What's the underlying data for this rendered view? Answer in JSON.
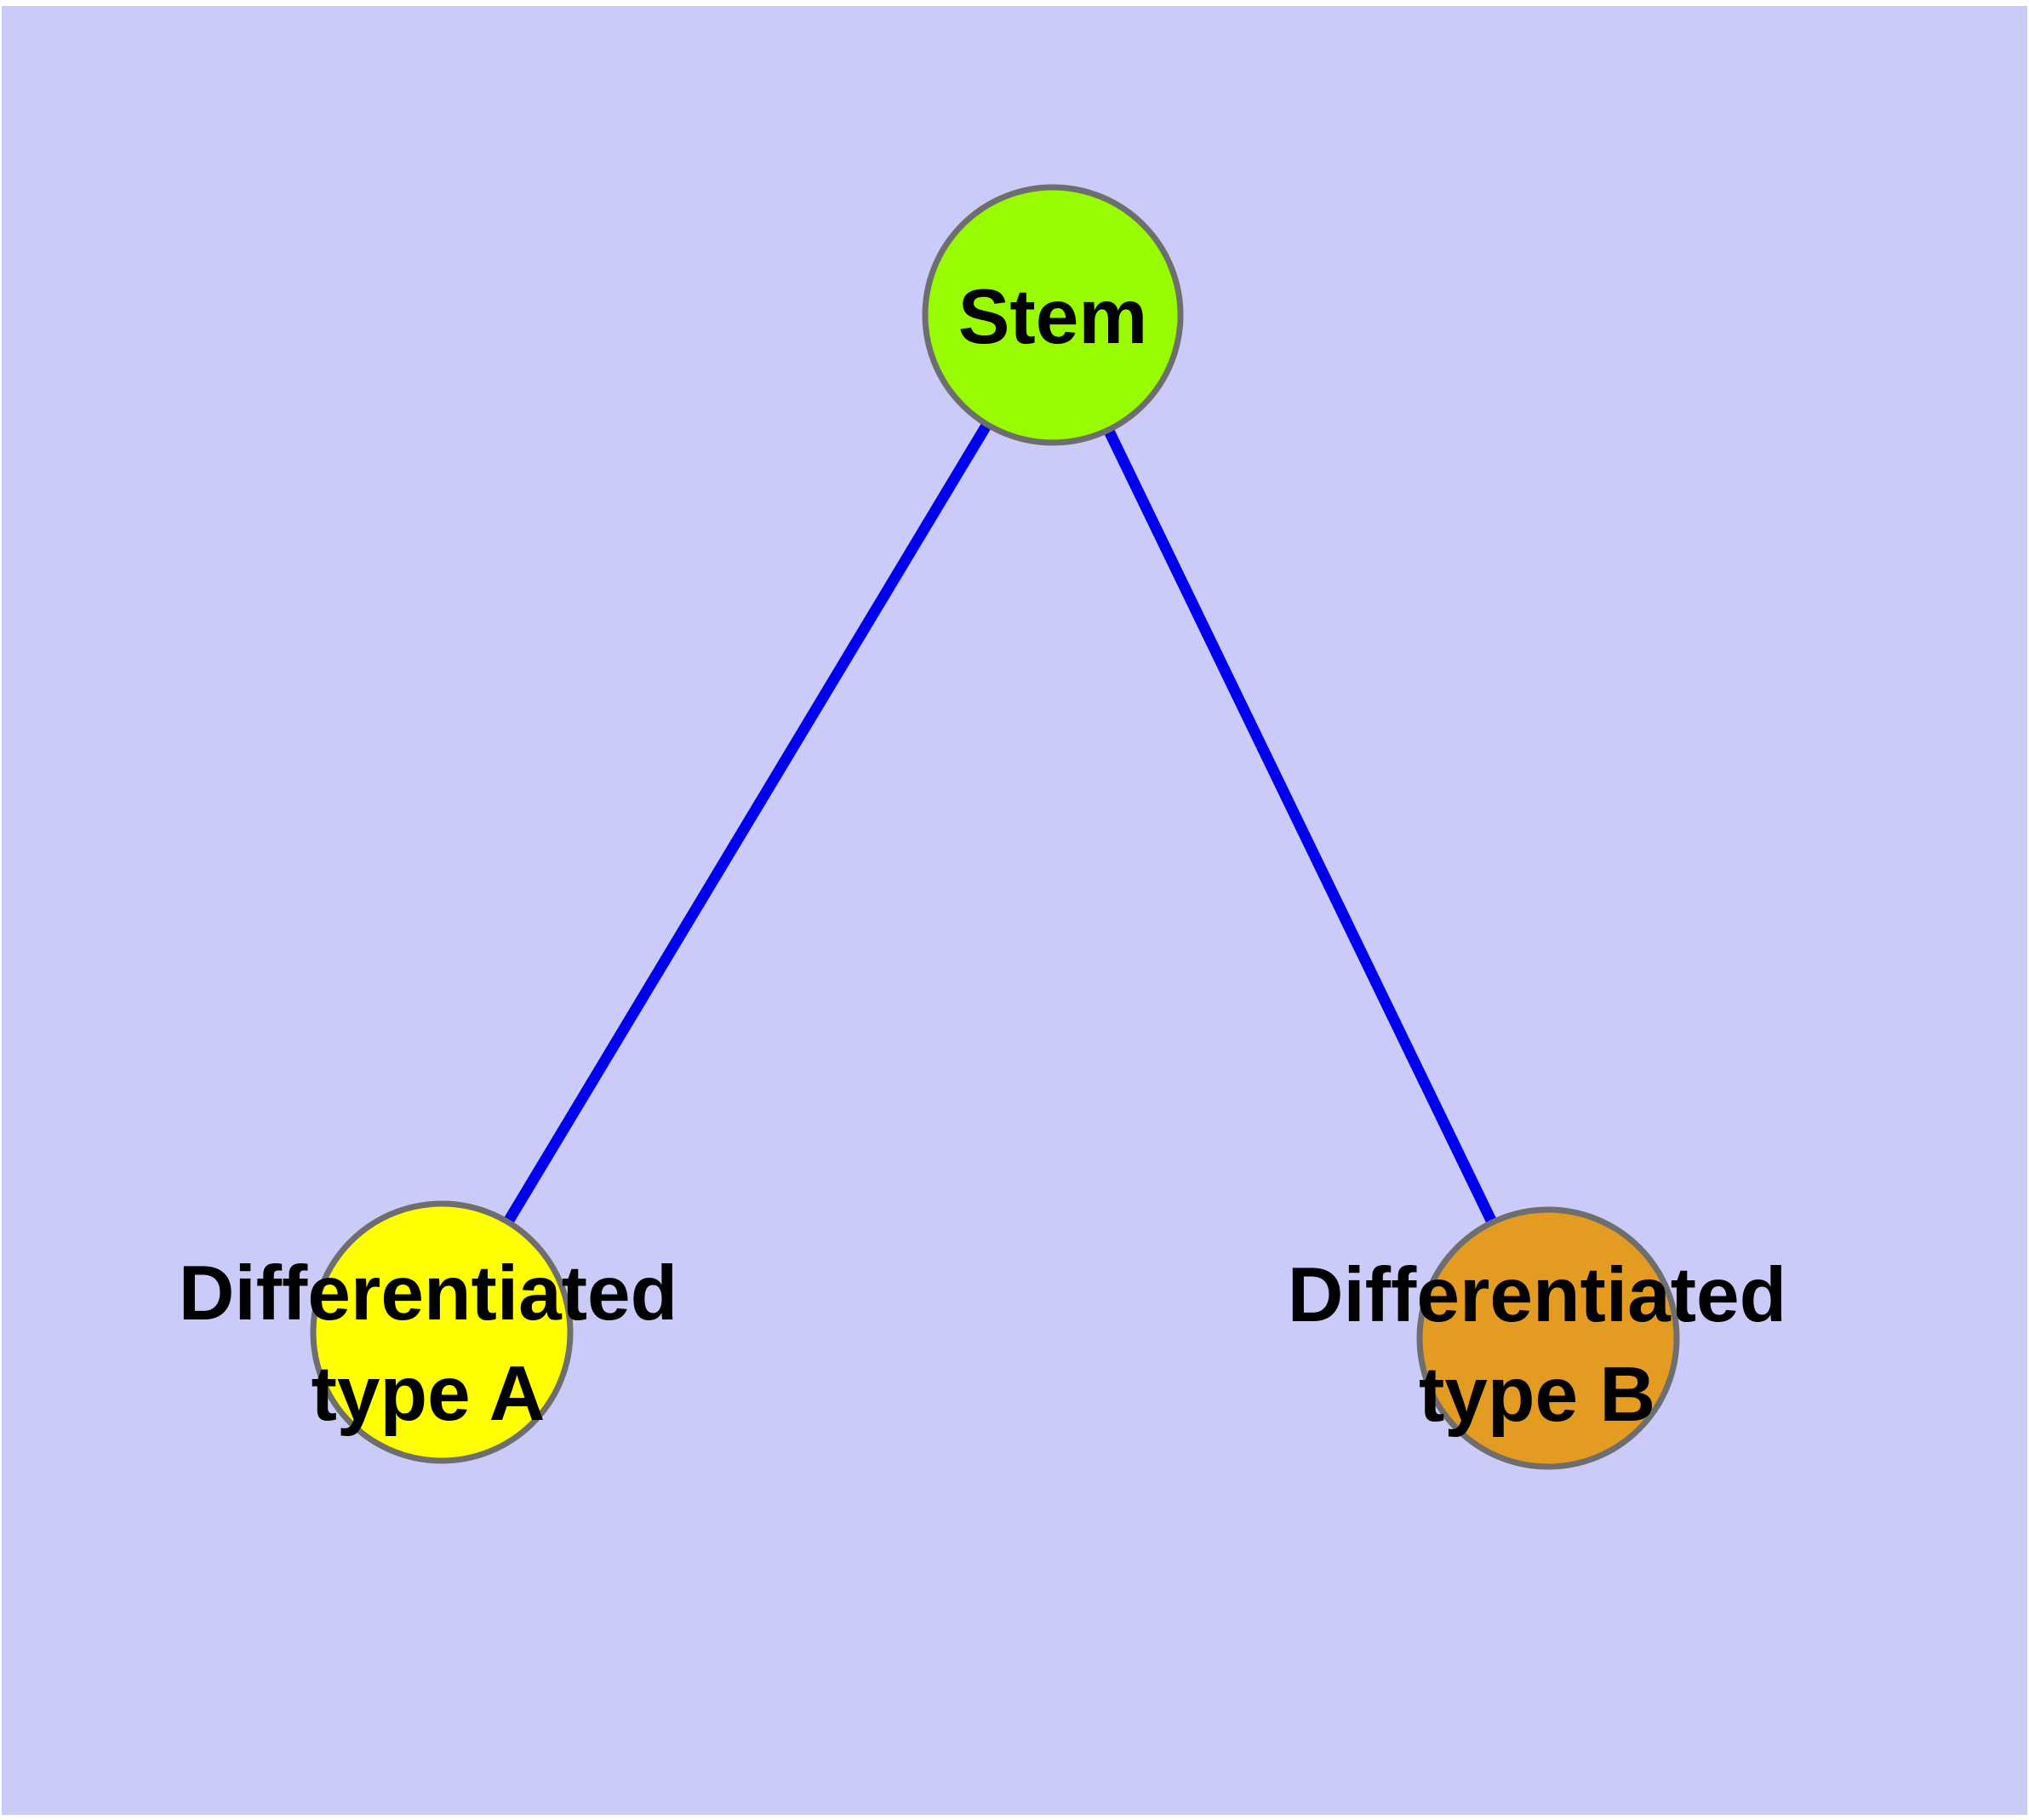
{
  "diagram": {
    "type": "graph",
    "background_color": "#CBCBF9",
    "edge_color": "#0000EE",
    "node_border_color": "#6E6E6E",
    "label_color": "#000000",
    "nodes": [
      {
        "id": "stem",
        "label": "Stem",
        "line1": "Stem",
        "line2": "",
        "color": "#99FB00"
      },
      {
        "id": "diff-a",
        "label": "Differentiated type A",
        "line1": "Differentiated",
        "line2": "type A",
        "color": "#FFFF00"
      },
      {
        "id": "diff-b",
        "label": "Differentiated type B",
        "line1": "Differentiated",
        "line2": "type B",
        "color": "#E49B22"
      }
    ],
    "edges": [
      {
        "from": "Stem",
        "to": "Differentiated type A"
      },
      {
        "from": "Stem",
        "to": "Differentiated type B"
      }
    ]
  }
}
